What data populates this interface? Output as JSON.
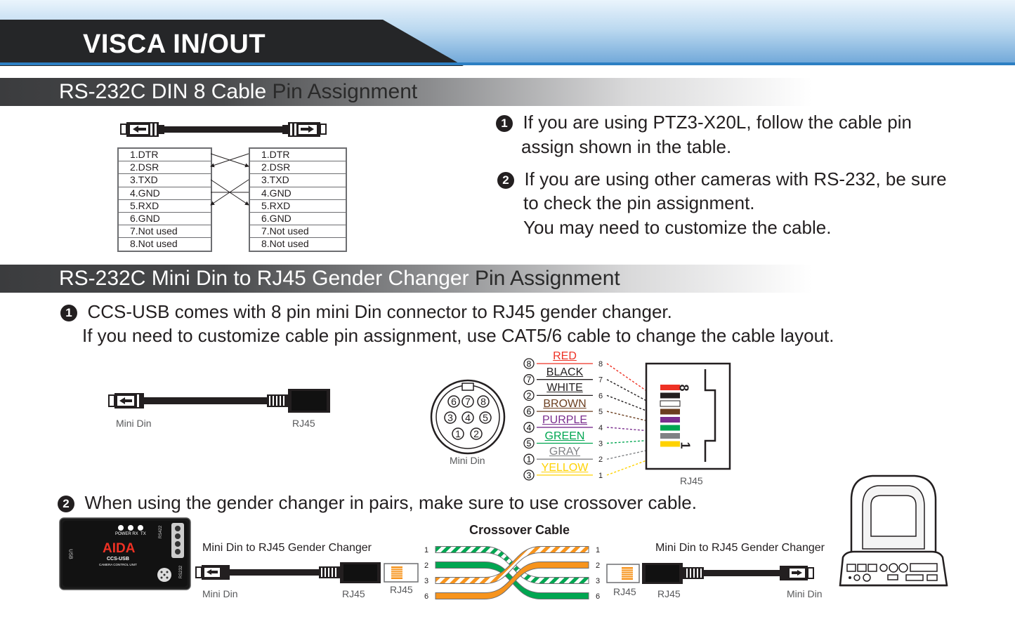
{
  "header": {
    "title": "VISCA IN/OUT"
  },
  "section1": {
    "title_light": "RS-232C DIN 8 Cable",
    "title_dark": "Pin Assignment",
    "left_pins": [
      "1.DTR",
      "2.DSR",
      "3.TXD",
      "4.GND",
      "5.RXD",
      "6.GND",
      "7.Not used",
      "8.Not used"
    ],
    "right_pins": [
      "1.DTR",
      "2.DSR",
      "3.TXD",
      "4.GND",
      "5.RXD",
      "6.GND",
      "7.Not used",
      "8.Not used"
    ],
    "note1_line1": "If you are using PTZ3-X20L, follow the cable pin",
    "note1_line2": "assign shown in the table.",
    "note2_line1": "If you are using other cameras with RS-232, be sure",
    "note2_line2": "to check the pin assignment.",
    "note2_line3": "You may need to customize the cable.",
    "bullet1": "1",
    "bullet2": "2"
  },
  "section2": {
    "title_light": "RS-232C Mini Din to RJ45 Gender Changer",
    "title_dark": "Pin Assignment",
    "bullet1": "1",
    "bullet2": "2",
    "note1_line1": "CCS-USB comes with 8 pin mini Din connector to RJ45 gender changer.",
    "note1_line2": "If you need to customize cable pin assignment, use CAT5/6 cable to change the cable layout.",
    "cable_left_label": "Mini Din",
    "cable_right_label": "RJ45",
    "din_label": "Mini Din",
    "din_pins": [
      "6",
      "7",
      "8",
      "3",
      "4",
      "5",
      "1",
      "2"
    ],
    "rj45_label": "RJ45",
    "rj45_mark_top": "8",
    "rj45_mark_bottom": "1",
    "wires": [
      {
        "din": "8",
        "name": "RED",
        "rj": "8",
        "color": "#ee3124"
      },
      {
        "din": "7",
        "name": "BLACK",
        "rj": "7",
        "color": "#231f20"
      },
      {
        "din": "2",
        "name": "WHITE",
        "rj": "6",
        "color": "#231f20"
      },
      {
        "din": "6",
        "name": "BROWN",
        "rj": "5",
        "color": "#6b3e1f"
      },
      {
        "din": "4",
        "name": "PURPLE",
        "rj": "4",
        "color": "#7a2e8e"
      },
      {
        "din": "5",
        "name": "GREEN",
        "rj": "3",
        "color": "#00a651"
      },
      {
        "din": "1",
        "name": "GRAY",
        "rj": "2",
        "color": "#808285"
      },
      {
        "din": "3",
        "name": "YELLOW",
        "rj": "1",
        "color": "#ffd200"
      }
    ],
    "note2": "When using the gender changer in pairs, make sure to use crossover cable.",
    "aida": {
      "brand": "AIDA",
      "model": "CCS-USB",
      "subtitle": "CAMERA CONTROL UNIT",
      "led_labels": [
        "POWER",
        "RX",
        "TX"
      ],
      "usb_label": "USB",
      "rs422": "RS422",
      "rs232": "RS232"
    },
    "left_changer_label": "Mini Din to RJ45 Gender Changer",
    "right_changer_label": "Mini Din to RJ45 Gender Changer",
    "bottom_left_minidin": "Mini Din",
    "bottom_left_rj45": "RJ45",
    "bottom_left_rj45_b": "RJ45",
    "crossover_title": "Crossover Cable",
    "crossover_left_pins": [
      "1",
      "2",
      "3",
      "6"
    ],
    "crossover_right_pins": [
      "1",
      "2",
      "3",
      "6"
    ],
    "bottom_right_rj45_a": "RJ45",
    "bottom_right_rj45_b": "RJ45",
    "bottom_right_minidin": "Mini Din"
  }
}
